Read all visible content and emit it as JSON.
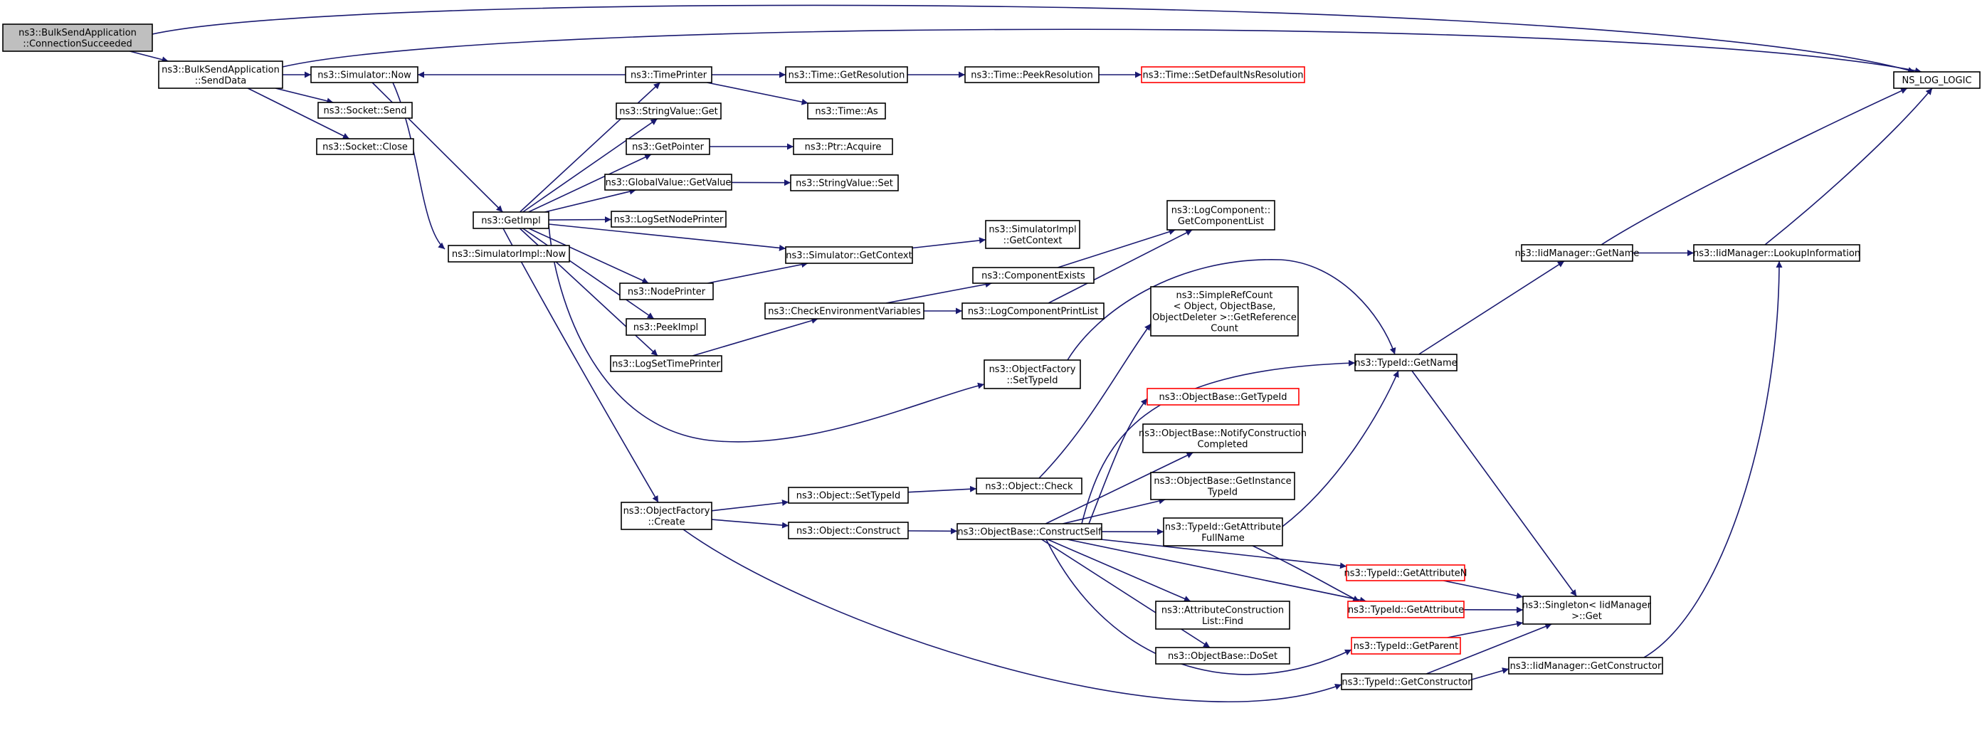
{
  "diagram": {
    "type": "call-graph",
    "colors": {
      "edge": "#191970",
      "node_border": "#000000",
      "node_border_incomplete": "#ff0000",
      "root_fill": "#bfbfbf",
      "node_fill": "#ffffff"
    },
    "nodes": [
      {
        "id": "conn",
        "lines": [
          "ns3::BulkSendApplication",
          "::ConnectionSucceeded"
        ],
        "root": true
      },
      {
        "id": "senddata",
        "lines": [
          "ns3::BulkSendApplication",
          "::SendData"
        ]
      },
      {
        "id": "simnow",
        "lines": [
          "ns3::Simulator::Now"
        ]
      },
      {
        "id": "sockSend",
        "lines": [
          "ns3::Socket::Send"
        ]
      },
      {
        "id": "sockClose",
        "lines": [
          "ns3::Socket::Close"
        ]
      },
      {
        "id": "getimpl",
        "lines": [
          "ns3::GetImpl"
        ]
      },
      {
        "id": "implnow",
        "lines": [
          "ns3::SimulatorImpl::Now"
        ]
      },
      {
        "id": "timeprinter",
        "lines": [
          "ns3::TimePrinter"
        ]
      },
      {
        "id": "strget",
        "lines": [
          "ns3::StringValue::Get"
        ]
      },
      {
        "id": "getptr",
        "lines": [
          "ns3::GetPointer"
        ]
      },
      {
        "id": "gvget",
        "lines": [
          "ns3::GlobalValue::GetValue"
        ]
      },
      {
        "id": "lognode",
        "lines": [
          "ns3::LogSetNodePrinter"
        ]
      },
      {
        "id": "nodeprinter",
        "lines": [
          "ns3::NodePrinter"
        ]
      },
      {
        "id": "peekimpl",
        "lines": [
          "ns3::PeekImpl"
        ]
      },
      {
        "id": "logtime",
        "lines": [
          "ns3::LogSetTimePrinter"
        ]
      },
      {
        "id": "ofcreate",
        "lines": [
          "ns3::ObjectFactory",
          "::Create"
        ]
      },
      {
        "id": "timeres",
        "lines": [
          "ns3::Time::GetResolution"
        ]
      },
      {
        "id": "timeas",
        "lines": [
          "ns3::Time::As"
        ]
      },
      {
        "id": "ptracq",
        "lines": [
          "ns3::Ptr::Acquire"
        ]
      },
      {
        "id": "strset",
        "lines": [
          "ns3::StringValue::Set"
        ]
      },
      {
        "id": "simctx",
        "lines": [
          "ns3::Simulator::GetContext"
        ]
      },
      {
        "id": "checkenv",
        "lines": [
          "ns3::CheckEnvironmentVariables"
        ]
      },
      {
        "id": "objset",
        "lines": [
          "ns3::Object::SetTypeId"
        ]
      },
      {
        "id": "objcons",
        "lines": [
          "ns3::Object::Construct"
        ]
      },
      {
        "id": "peekres",
        "lines": [
          "ns3::Time::PeekResolution"
        ]
      },
      {
        "id": "setdef",
        "lines": [
          "ns3::Time::SetDefaultNsResolution"
        ],
        "incomplete": true
      },
      {
        "id": "implctx",
        "lines": [
          "ns3::SimulatorImpl",
          "::GetContext"
        ]
      },
      {
        "id": "compexists",
        "lines": [
          "ns3::ComponentExists"
        ]
      },
      {
        "id": "lcprint",
        "lines": [
          "ns3::LogComponentPrintList"
        ]
      },
      {
        "id": "ofsettid",
        "lines": [
          "ns3::ObjectFactory",
          "::SetTypeId"
        ]
      },
      {
        "id": "objcheck",
        "lines": [
          "ns3::Object::Check"
        ]
      },
      {
        "id": "cself",
        "lines": [
          "ns3::ObjectBase::ConstructSelf"
        ]
      },
      {
        "id": "lcget",
        "lines": [
          "ns3::LogComponent::",
          "GetComponentList"
        ]
      },
      {
        "id": "srcget",
        "lines": [
          "ns3::SimpleRefCount",
          "< Object, ObjectBase,",
          "ObjectDeleter >::GetReference",
          "Count"
        ]
      },
      {
        "id": "obgettid",
        "lines": [
          "ns3::ObjectBase::GetTypeId"
        ],
        "incomplete": true
      },
      {
        "id": "obnotify",
        "lines": [
          "ns3::ObjectBase::NotifyConstruction",
          "Completed"
        ]
      },
      {
        "id": "obinst",
        "lines": [
          "ns3::ObjectBase::GetInstance",
          "TypeId"
        ]
      },
      {
        "id": "tidattrfull",
        "lines": [
          "ns3::TypeId::GetAttribute",
          "FullName"
        ]
      },
      {
        "id": "acfind",
        "lines": [
          "ns3::AttributeConstruction",
          "List::Find"
        ]
      },
      {
        "id": "obdoset",
        "lines": [
          "ns3::ObjectBase::DoSet"
        ]
      },
      {
        "id": "tidname",
        "lines": [
          "ns3::TypeId::GetName"
        ]
      },
      {
        "id": "tidattrn",
        "lines": [
          "ns3::TypeId::GetAttributeN"
        ],
        "incomplete": true
      },
      {
        "id": "tidattr",
        "lines": [
          "ns3::TypeId::GetAttribute"
        ],
        "incomplete": true
      },
      {
        "id": "tidparent",
        "lines": [
          "ns3::TypeId::GetParent"
        ],
        "incomplete": true
      },
      {
        "id": "tidcons",
        "lines": [
          "ns3::TypeId::GetConstructor"
        ]
      },
      {
        "id": "iidname",
        "lines": [
          "ns3::IidManager::GetName"
        ]
      },
      {
        "id": "singleton",
        "lines": [
          "ns3::Singleton< IidManager",
          ">::Get"
        ]
      },
      {
        "id": "iidcons",
        "lines": [
          "ns3::IidManager::GetConstructor"
        ]
      },
      {
        "id": "iidlookup",
        "lines": [
          "ns3::IidManager::LookupInformation"
        ]
      },
      {
        "id": "nslog",
        "lines": [
          "NS_LOG_LOGIC"
        ]
      }
    ],
    "edges": [
      [
        "conn",
        "senddata"
      ],
      [
        "conn",
        "nslog"
      ],
      [
        "senddata",
        "simnow"
      ],
      [
        "senddata",
        "sockSend"
      ],
      [
        "senddata",
        "sockClose"
      ],
      [
        "senddata",
        "nslog"
      ],
      [
        "simnow",
        "getimpl"
      ],
      [
        "simnow",
        "implnow"
      ],
      [
        "getimpl",
        "timeprinter"
      ],
      [
        "getimpl",
        "strget"
      ],
      [
        "getimpl",
        "getptr"
      ],
      [
        "getimpl",
        "gvget"
      ],
      [
        "getimpl",
        "lognode"
      ],
      [
        "getimpl",
        "simctx"
      ],
      [
        "getimpl",
        "nodeprinter"
      ],
      [
        "getimpl",
        "peekimpl"
      ],
      [
        "getimpl",
        "logtime"
      ],
      [
        "getimpl",
        "ofsettid"
      ],
      [
        "getimpl",
        "ofcreate"
      ],
      [
        "timeprinter",
        "simnow"
      ],
      [
        "timeprinter",
        "timeres"
      ],
      [
        "timeprinter",
        "timeas"
      ],
      [
        "getptr",
        "ptracq"
      ],
      [
        "gvget",
        "strset"
      ],
      [
        "timeres",
        "peekres"
      ],
      [
        "peekres",
        "setdef"
      ],
      [
        "simctx",
        "implctx"
      ],
      [
        "nodeprinter",
        "simctx"
      ],
      [
        "logtime",
        "checkenv"
      ],
      [
        "checkenv",
        "compexists"
      ],
      [
        "checkenv",
        "lcprint"
      ],
      [
        "compexists",
        "lcget"
      ],
      [
        "lcprint",
        "lcget"
      ],
      [
        "ofsettid",
        "tidname"
      ],
      [
        "ofcreate",
        "objset"
      ],
      [
        "ofcreate",
        "objcons"
      ],
      [
        "ofcreate",
        "tidcons"
      ],
      [
        "objset",
        "objcheck"
      ],
      [
        "objcons",
        "cself"
      ],
      [
        "objcheck",
        "srcget"
      ],
      [
        "cself",
        "tidname"
      ],
      [
        "cself",
        "obgettid"
      ],
      [
        "cself",
        "obnotify"
      ],
      [
        "cself",
        "obinst"
      ],
      [
        "cself",
        "tidattrfull"
      ],
      [
        "cself",
        "tidattrn"
      ],
      [
        "cself",
        "acfind"
      ],
      [
        "cself",
        "obdoset"
      ],
      [
        "cself",
        "tidattr"
      ],
      [
        "cself",
        "tidparent"
      ],
      [
        "tidattrfull",
        "tidname"
      ],
      [
        "tidattrfull",
        "tidattr"
      ],
      [
        "tidname",
        "iidname"
      ],
      [
        "tidname",
        "singleton"
      ],
      [
        "tidattrn",
        "singleton"
      ],
      [
        "tidattr",
        "singleton"
      ],
      [
        "tidparent",
        "singleton"
      ],
      [
        "tidcons",
        "singleton"
      ],
      [
        "tidcons",
        "iidcons"
      ],
      [
        "iidname",
        "iidlookup"
      ],
      [
        "iidname",
        "nslog"
      ],
      [
        "iidcons",
        "iidlookup"
      ],
      [
        "iidlookup",
        "nslog"
      ]
    ]
  }
}
